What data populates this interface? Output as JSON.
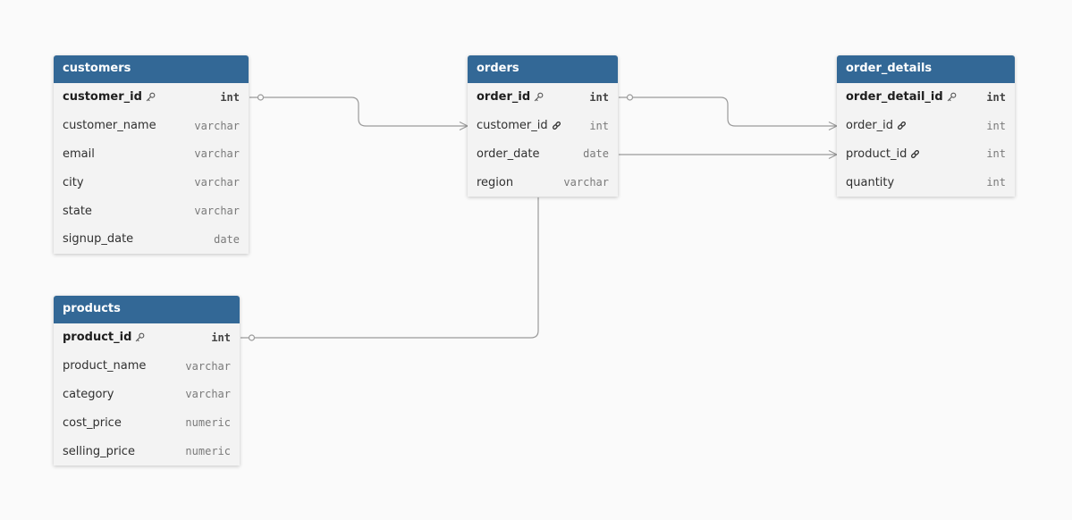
{
  "tables": {
    "customers": {
      "title": "customers",
      "columns": [
        {
          "name": "customer_id",
          "type": "int",
          "key": "pk"
        },
        {
          "name": "customer_name",
          "type": "varchar"
        },
        {
          "name": "email",
          "type": "varchar"
        },
        {
          "name": "city",
          "type": "varchar"
        },
        {
          "name": "state",
          "type": "varchar"
        },
        {
          "name": "signup_date",
          "type": "date"
        }
      ]
    },
    "orders": {
      "title": "orders",
      "columns": [
        {
          "name": "order_id",
          "type": "int",
          "key": "pk"
        },
        {
          "name": "customer_id",
          "type": "int",
          "key": "fk"
        },
        {
          "name": "order_date",
          "type": "date"
        },
        {
          "name": "region",
          "type": "varchar"
        }
      ]
    },
    "order_details": {
      "title": "order_details",
      "columns": [
        {
          "name": "order_detail_id",
          "type": "int",
          "key": "pk"
        },
        {
          "name": "order_id",
          "type": "int",
          "key": "fk"
        },
        {
          "name": "product_id",
          "type": "int",
          "key": "fk"
        },
        {
          "name": "quantity",
          "type": "int"
        }
      ]
    },
    "products": {
      "title": "products",
      "columns": [
        {
          "name": "product_id",
          "type": "int",
          "key": "pk"
        },
        {
          "name": "product_name",
          "type": "varchar"
        },
        {
          "name": "category",
          "type": "varchar"
        },
        {
          "name": "cost_price",
          "type": "numeric"
        },
        {
          "name": "selling_price",
          "type": "numeric"
        }
      ]
    }
  },
  "icons": {
    "pk": "key-icon",
    "fk": "link-icon"
  },
  "colors": {
    "header": "#336896",
    "table_body": "#f3f3f3",
    "connector": "#9a9a9a",
    "background": "#fafafa"
  }
}
